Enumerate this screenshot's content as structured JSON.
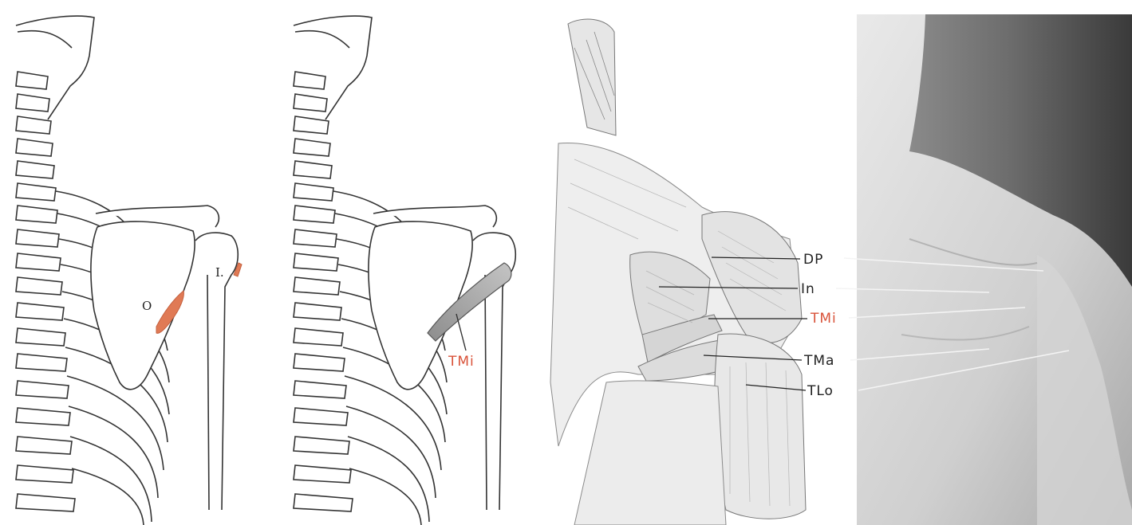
{
  "panel1": {
    "origin_label": "O",
    "insertion_label": "I.",
    "muscle_color": "#e07a55"
  },
  "panel2": {
    "muscle_label": "TMi",
    "muscle_label_color": "#d9533a"
  },
  "panel3": {
    "labels": [
      "DP",
      "In",
      "TMi",
      "TMa",
      "TLo"
    ],
    "highlight_label": "TMi",
    "highlight_color": "#e07a55"
  }
}
